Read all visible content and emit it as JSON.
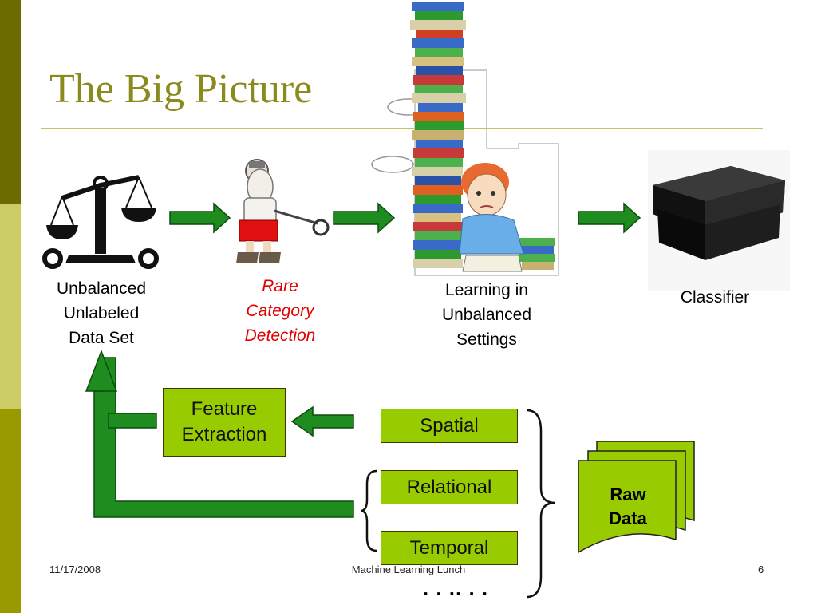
{
  "slide": {
    "title": "The Big Picture"
  },
  "pipeline": {
    "step1": [
      "Unbalanced",
      "Unlabeled",
      "Data Set"
    ],
    "step2": [
      "Rare",
      "Category",
      "Detection"
    ],
    "step3": [
      "Learning in",
      "Unbalanced",
      "Settings"
    ],
    "step4": "Classifier"
  },
  "features": {
    "extraction": [
      "Feature",
      "Extraction"
    ],
    "spatial": "Spatial",
    "relational": "Relational",
    "temporal": "Temporal",
    "ellipsis": ". . .. . ."
  },
  "raw_data": [
    "Raw",
    "Data"
  ],
  "footer": {
    "date": "11/17/2008",
    "center": "Machine Learning Lunch",
    "page": "6"
  },
  "colors": {
    "sidebar_dark": "#6b6b00",
    "sidebar_light": "#cccc66",
    "sidebar_mid": "#999900",
    "title": "#8a8a1e",
    "arrow": "#1e8c1e",
    "box": "#99cc00",
    "red_text": "#e00000"
  },
  "icons": {
    "scale": "balance-scale-icon",
    "detector": "metal-detector-person-icon",
    "student": "student-with-books-icon",
    "blackbox": "black-box-icon"
  }
}
